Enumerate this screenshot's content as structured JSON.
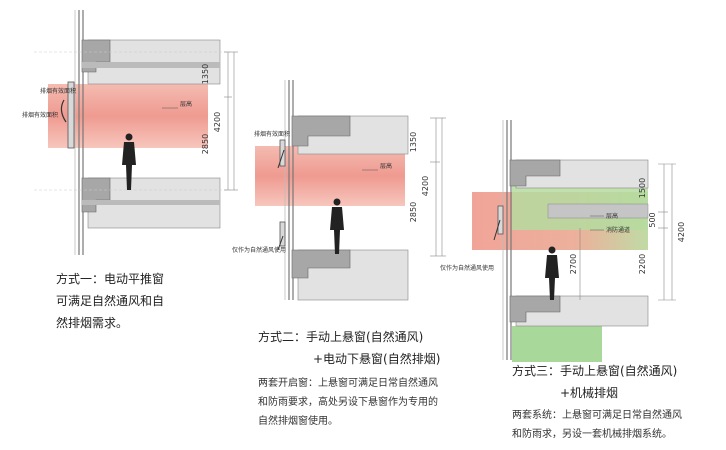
{
  "option1": {
    "dims": {
      "d1": "1350",
      "d2": "2850",
      "total": "4200"
    },
    "labels": {
      "window": "排烟有效面积",
      "effective": "排烟有效面积",
      "room": "层高"
    },
    "caption": {
      "title": "方式一：电动平推窗",
      "line1": "可满足自然通风和自",
      "line2": "然排烟需求。"
    }
  },
  "option2": {
    "dims": {
      "d1": "1350",
      "d2": "2850",
      "total": "4200"
    },
    "labels": {
      "window": "排烟有效面积",
      "room": "层高",
      "note": "仅作为自然通风使用"
    },
    "caption": {
      "title": "方式二：手动上悬窗(自然通风)",
      "title2": "+电动下悬窗(自然排烟)",
      "line1": "两套开启窗：上悬窗可满足日常自然通风",
      "line2": "和防雨要求，高处另设下悬窗作为专用的",
      "line3": "自然排烟窗使用。"
    }
  },
  "option3": {
    "dims": {
      "d1": "1500",
      "d2": "500",
      "d3": "2200",
      "total": "4200",
      "d4": "2700"
    },
    "labels": {
      "room": "层高",
      "duct": "消防通道",
      "note": "仅作为自然通风使用"
    },
    "caption": {
      "title": "方式三：手动上悬窗(自然通风)",
      "title2": "+机械排烟",
      "line1": "两套系统：上悬窗可满足日常自然通风",
      "line2": "和防雨求，另设一套机械排烟系统。"
    }
  },
  "colors": {
    "smoke": "#f1a599",
    "wall": "#a7a7a7",
    "slab": "#e2e2e2",
    "green": "#a9d99a",
    "dim": "#888888"
  }
}
